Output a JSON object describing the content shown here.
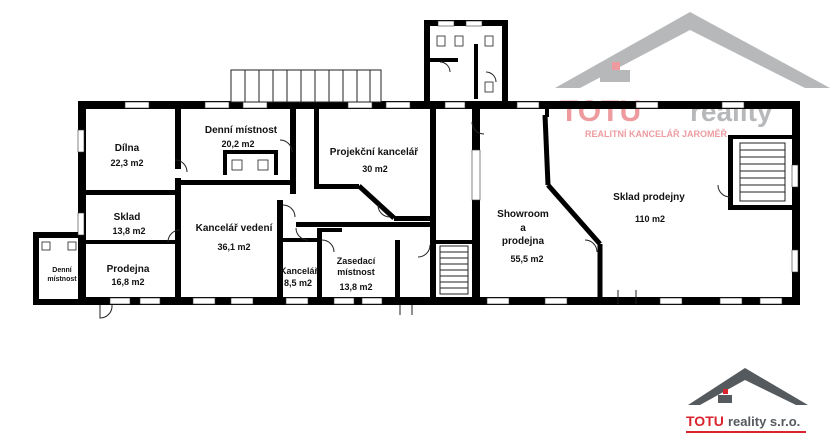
{
  "rooms": [
    {
      "id": "dilna",
      "name": "Dílna",
      "area": "22,3 m2"
    },
    {
      "id": "denni-mistnost",
      "name": "Denní místnost",
      "area": "20,2 m2"
    },
    {
      "id": "projekcni-kancelar",
      "name": "Projekční kancelář",
      "area": "30 m2"
    },
    {
      "id": "sklad",
      "name": "Sklad",
      "area": "13,8 m2"
    },
    {
      "id": "kancelar-vedeni",
      "name": "Kancelář vedení",
      "area": "36,1  m2"
    },
    {
      "id": "showroom",
      "name_lines": [
        "Showroom",
        "a",
        "prodejna"
      ],
      "area": "55,5 m2"
    },
    {
      "id": "sklad-prodejny",
      "name": "Sklad prodejny",
      "area": "110 m2"
    },
    {
      "id": "denni-mistnost-small",
      "name_lines": [
        "Denní",
        "místnost"
      ]
    },
    {
      "id": "prodejna",
      "name": "Prodejna",
      "area": "16,8 m2"
    },
    {
      "id": "kancelar",
      "name": "Kancelář",
      "area": "8,5 m2"
    },
    {
      "id": "zasedaci-mistnost",
      "name_lines": [
        "Zasedací",
        "místnost"
      ],
      "area": "13,8 m2"
    }
  ],
  "watermark": {
    "brand": "TOTU",
    "suffix": "reality",
    "tagline": "REALITNÍ KANCELÁŘ JAROMĚŘ",
    "color_red": "#d9232d",
    "color_gray": "#5f6368"
  },
  "logo": {
    "brand": "TOTU",
    "suffix": "reality s.r.o.",
    "color_red": "#d9232d",
    "color_gray": "#555a5f"
  },
  "colors": {
    "wall": "#000000",
    "line": "#333333",
    "background": "#ffffff"
  }
}
